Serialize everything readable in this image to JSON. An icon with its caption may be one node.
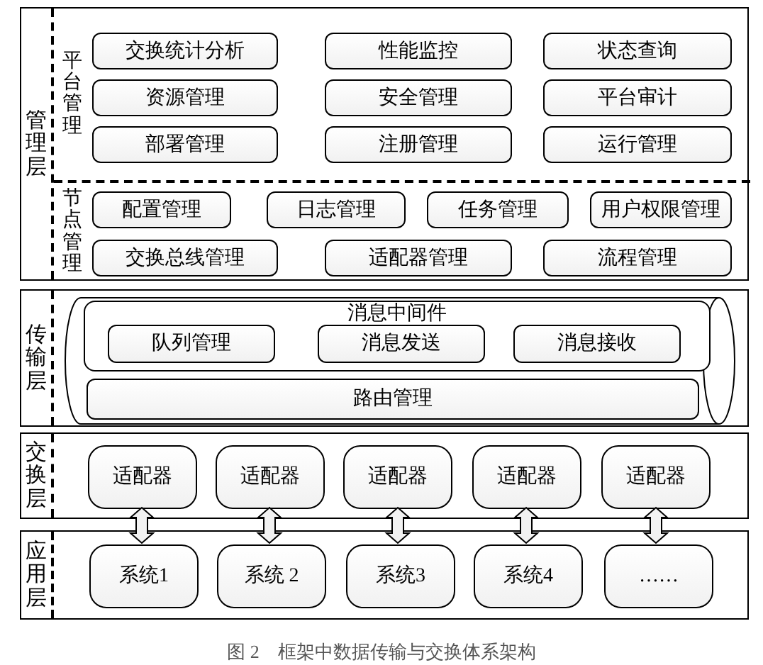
{
  "diagram": {
    "caption": "图 2　框架中数据传输与交换体系架构",
    "nodes": [
      {
        "text": [
          "管理层"
        ]
      },
      {
        "text": [
          "平台管理"
        ],
        "in": 0
      },
      {
        "text": [
          "交换统计分析"
        ],
        "in": 1
      },
      {
        "text": [
          "性能监控"
        ],
        "in": 1
      },
      {
        "text": [
          "状态查询"
        ],
        "in": 1
      },
      {
        "text": [
          "资源管理"
        ],
        "in": 1
      },
      {
        "text": [
          "安全管理"
        ],
        "in": 1
      },
      {
        "text": [
          "平台审计"
        ],
        "in": 1
      },
      {
        "text": [
          "部署管理"
        ],
        "in": 1
      },
      {
        "text": [
          "注册管理"
        ],
        "in": 1
      },
      {
        "text": [
          "运行管理"
        ],
        "in": 1
      },
      {
        "text": [
          "节点管理"
        ],
        "in": 0
      },
      {
        "text": [
          "配置管理"
        ],
        "in": 11
      },
      {
        "text": [
          "日志管理"
        ],
        "in": 11
      },
      {
        "text": [
          "任务管理"
        ],
        "in": 11
      },
      {
        "text": [
          "用户权限管理"
        ],
        "in": 11
      },
      {
        "text": [
          "交换总线管理"
        ],
        "in": 11
      },
      {
        "text": [
          "适配器管理"
        ],
        "in": 11
      },
      {
        "text": [
          "流程管理"
        ],
        "in": 11
      },
      {
        "text": [
          "传输层"
        ]
      },
      {
        "text": [],
        "shape": "cylinder",
        "in": 19
      },
      {
        "text": [
          "消息中间件"
        ],
        "in": 20
      },
      {
        "text": [
          "队列管理"
        ],
        "in": 21
      },
      {
        "text": [
          "消息发送"
        ],
        "in": 21
      },
      {
        "text": [
          "消息接收"
        ],
        "in": 21
      },
      {
        "text": [
          "路由管理"
        ],
        "in": 20
      },
      {
        "text": [
          "交换层"
        ]
      },
      {
        "text": [
          "适配器"
        ],
        "in": 26
      },
      {
        "text": [
          "适配器"
        ],
        "in": 26
      },
      {
        "text": [
          "适配器"
        ],
        "in": 26
      },
      {
        "text": [
          "适配器"
        ],
        "in": 26
      },
      {
        "text": [
          "适配器"
        ],
        "in": 26
      },
      {
        "text": [
          "应用层"
        ]
      },
      {
        "text": [
          "系统1"
        ],
        "in": 32
      },
      {
        "text": [
          "系统 2"
        ],
        "in": 32
      },
      {
        "text": [
          "系统3"
        ],
        "in": 32
      },
      {
        "text": [
          "系统4"
        ],
        "in": 32
      },
      {
        "text": [
          "……"
        ],
        "in": 32
      }
    ],
    "edges": [
      {
        "from": 27,
        "to": 33,
        "arrow": "both"
      },
      {
        "from": 28,
        "to": 34,
        "arrow": "both"
      },
      {
        "from": 29,
        "to": 35,
        "arrow": "both"
      },
      {
        "from": 30,
        "to": 36,
        "arrow": "both"
      },
      {
        "from": 31,
        "to": 37,
        "arrow": "both"
      }
    ]
  }
}
